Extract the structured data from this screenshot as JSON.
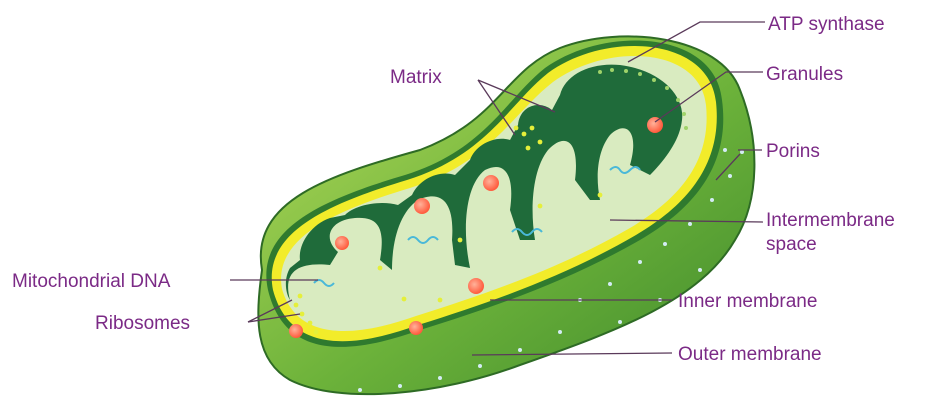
{
  "diagram": {
    "subject": "Mitochondrion",
    "colors": {
      "outer_body": "#5fa830",
      "outer_body_light": "#9ccc48",
      "membrane_yellow": "#f2ec2a",
      "intermembrane": "#d9ebc0",
      "matrix": "#1f6b3a",
      "granule": "#ff6a4c",
      "dna": "#4ab8d8",
      "label_text": "#7b2a86"
    },
    "labels": {
      "atp_synthase": "ATP synthase",
      "matrix": "Matrix",
      "granules": "Granules",
      "porins": "Porins",
      "intermembrane_line1": "Intermembrane",
      "intermembrane_line2": "space",
      "mitochondrial_dna": "Mitochondrial DNA",
      "ribosomes": "Ribosomes",
      "inner_membrane": "Inner membrane",
      "outer_membrane": "Outer membrane"
    }
  }
}
